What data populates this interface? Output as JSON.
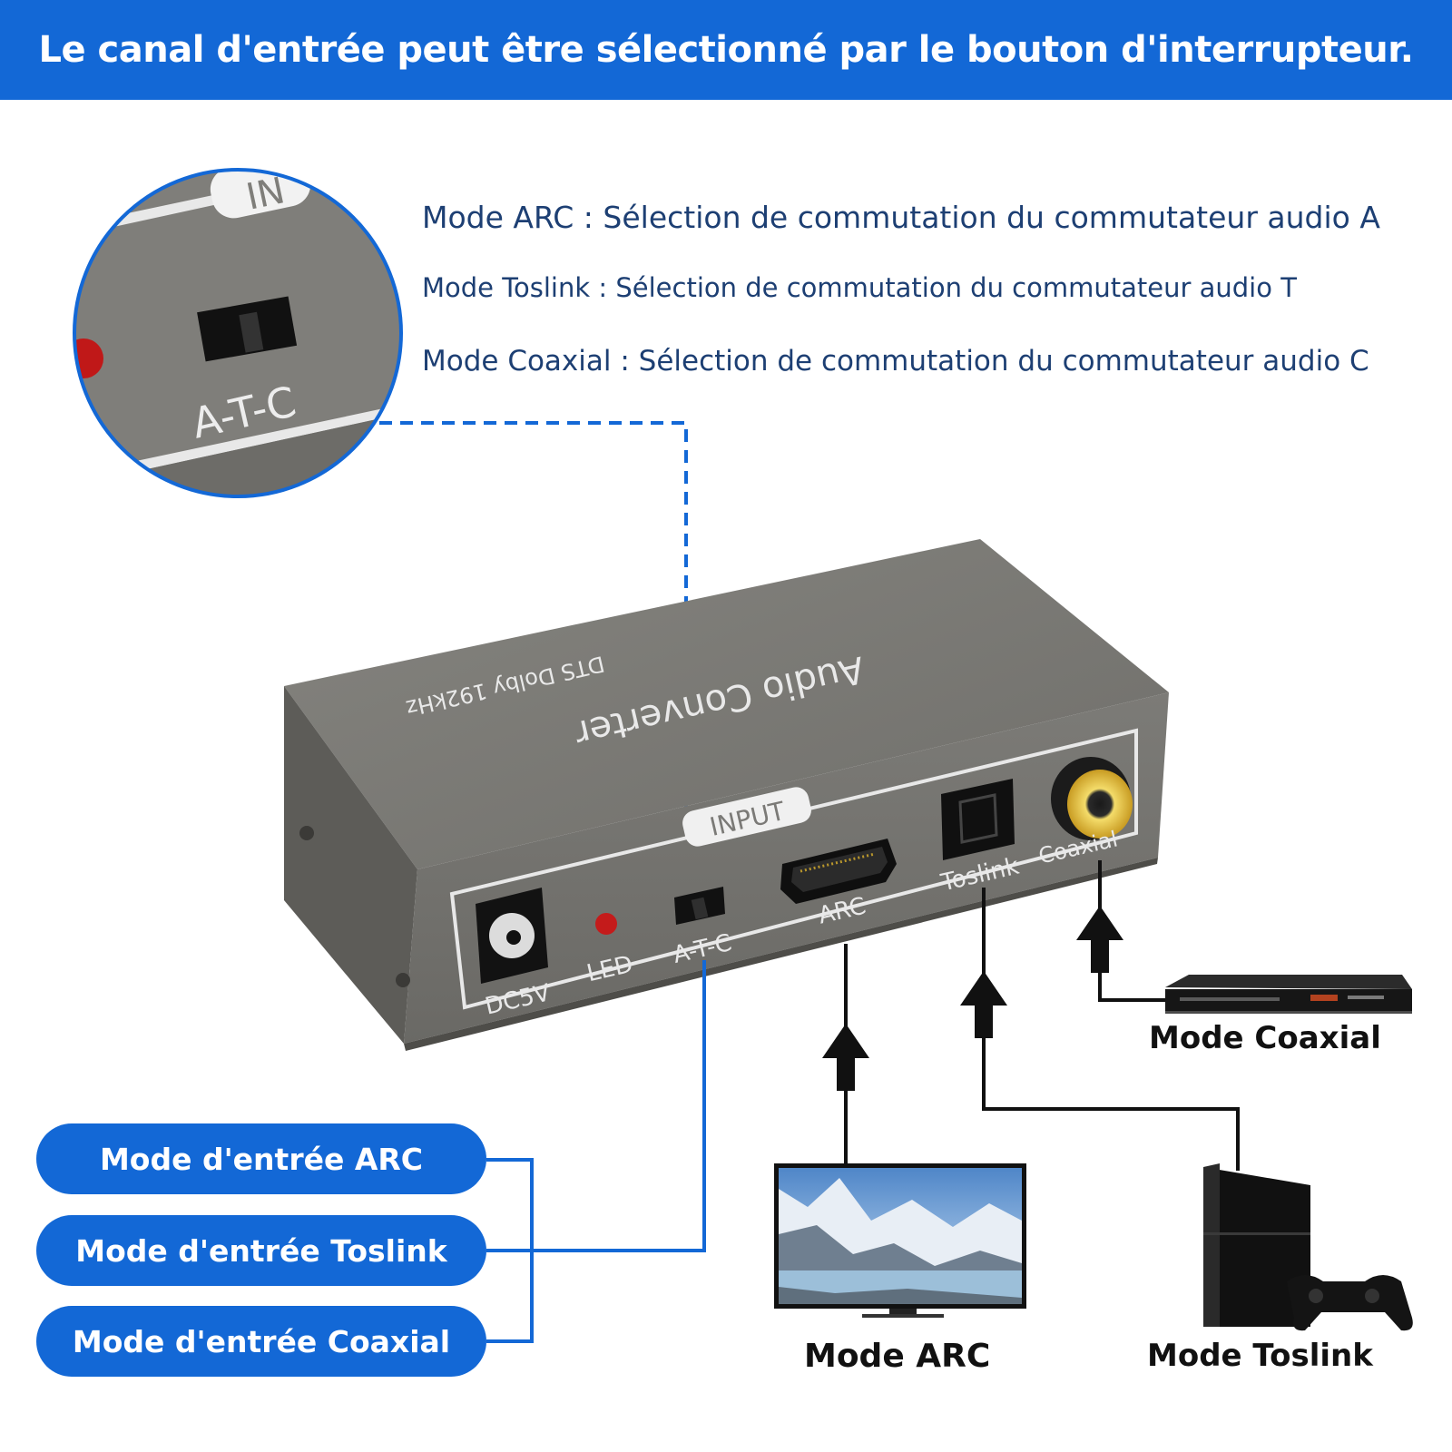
{
  "banner": {
    "text": "Le canal d'entrée peut être sélectionné par le bouton d'interrupteur."
  },
  "mode_descriptions": {
    "arc": "Mode ARC : Sélection de commutation du commutateur audio A",
    "toslink": "Mode Toslink : Sélection de commutation du commutateur audio T",
    "coaxial": "Mode Coaxial : Sélection de commutation du commutateur audio C"
  },
  "zoom_inset": {
    "panel_label_fragment": "IN",
    "switch_label": "A-T-C"
  },
  "device": {
    "top_title": "Audio Converter",
    "top_subtitle": "DTS Dolby 192kHz",
    "input_label": "INPUT",
    "ports": {
      "dc": "DC5V",
      "led": "LED",
      "switch": "A-T-C",
      "arc": "ARC",
      "toslink": "Toslink",
      "coaxial": "Coaxial"
    }
  },
  "input_modes": [
    "Mode d'entrée ARC",
    "Mode d'entrée Toslink",
    "Mode d'entrée Coaxial"
  ],
  "sources": {
    "coaxial": "Mode Coaxial",
    "arc": "Mode ARC",
    "toslink": "Mode Toslink"
  },
  "colors": {
    "accent_blue": "#1368d6",
    "description_text": "#1d3f73",
    "device_gray": "#7b7a77",
    "coaxial_gold": "#e6c542"
  },
  "icons": [
    "tv-icon",
    "game-console-icon",
    "blu-ray-player-icon",
    "up-arrow-icon"
  ]
}
